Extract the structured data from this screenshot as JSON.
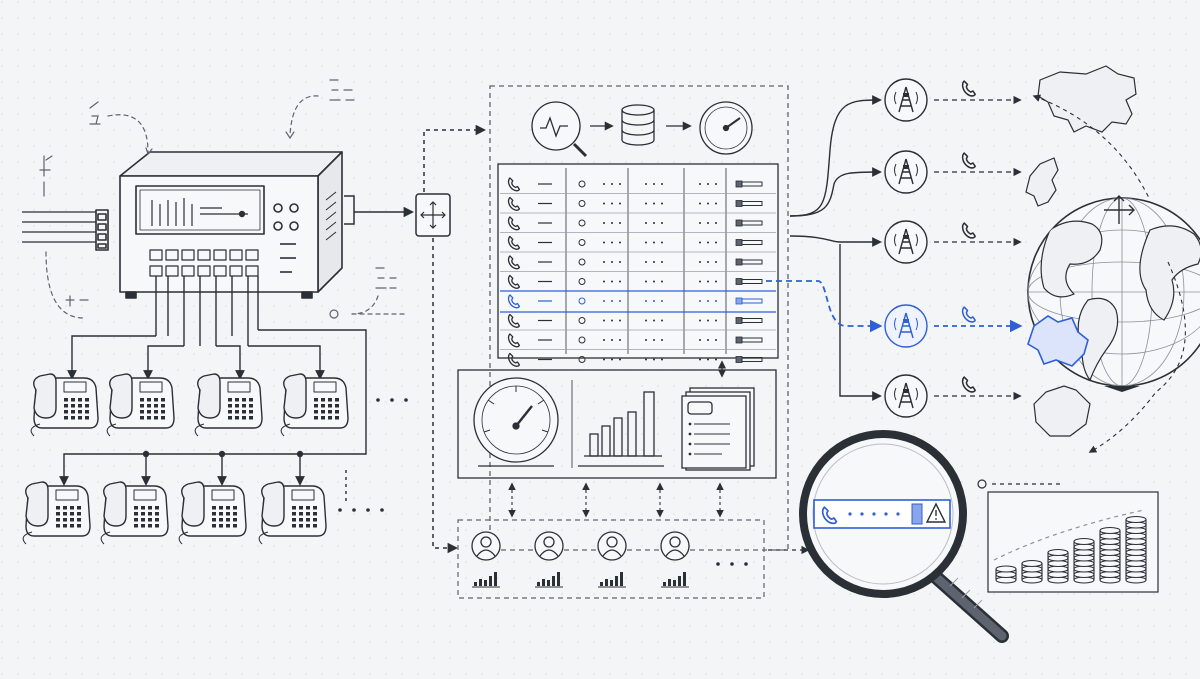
{
  "colors": {
    "ink": "#2b2f36",
    "inkSoft": "#5d6470",
    "accent": "#2f5fd6",
    "paper": "#f4f5f7",
    "dots": "#d6d9df"
  },
  "icons": [
    "pbx-switch-icon",
    "desk-phone-icon",
    "router-icon",
    "analytics-magnifier-icon",
    "database-icon",
    "gauge-icon",
    "bar-chart-icon",
    "report-stack-icon",
    "agent-avatar-icon",
    "carrier-tower-icon",
    "handset-icon",
    "globe-icon",
    "magnifier-icon",
    "warning-icon",
    "coin-stack-chart-icon"
  ],
  "callRecords": {
    "rows": 10,
    "highlightedRow": 7
  },
  "carriers": {
    "count": 5,
    "highlighted": 4
  },
  "agents": {
    "count": 4
  }
}
